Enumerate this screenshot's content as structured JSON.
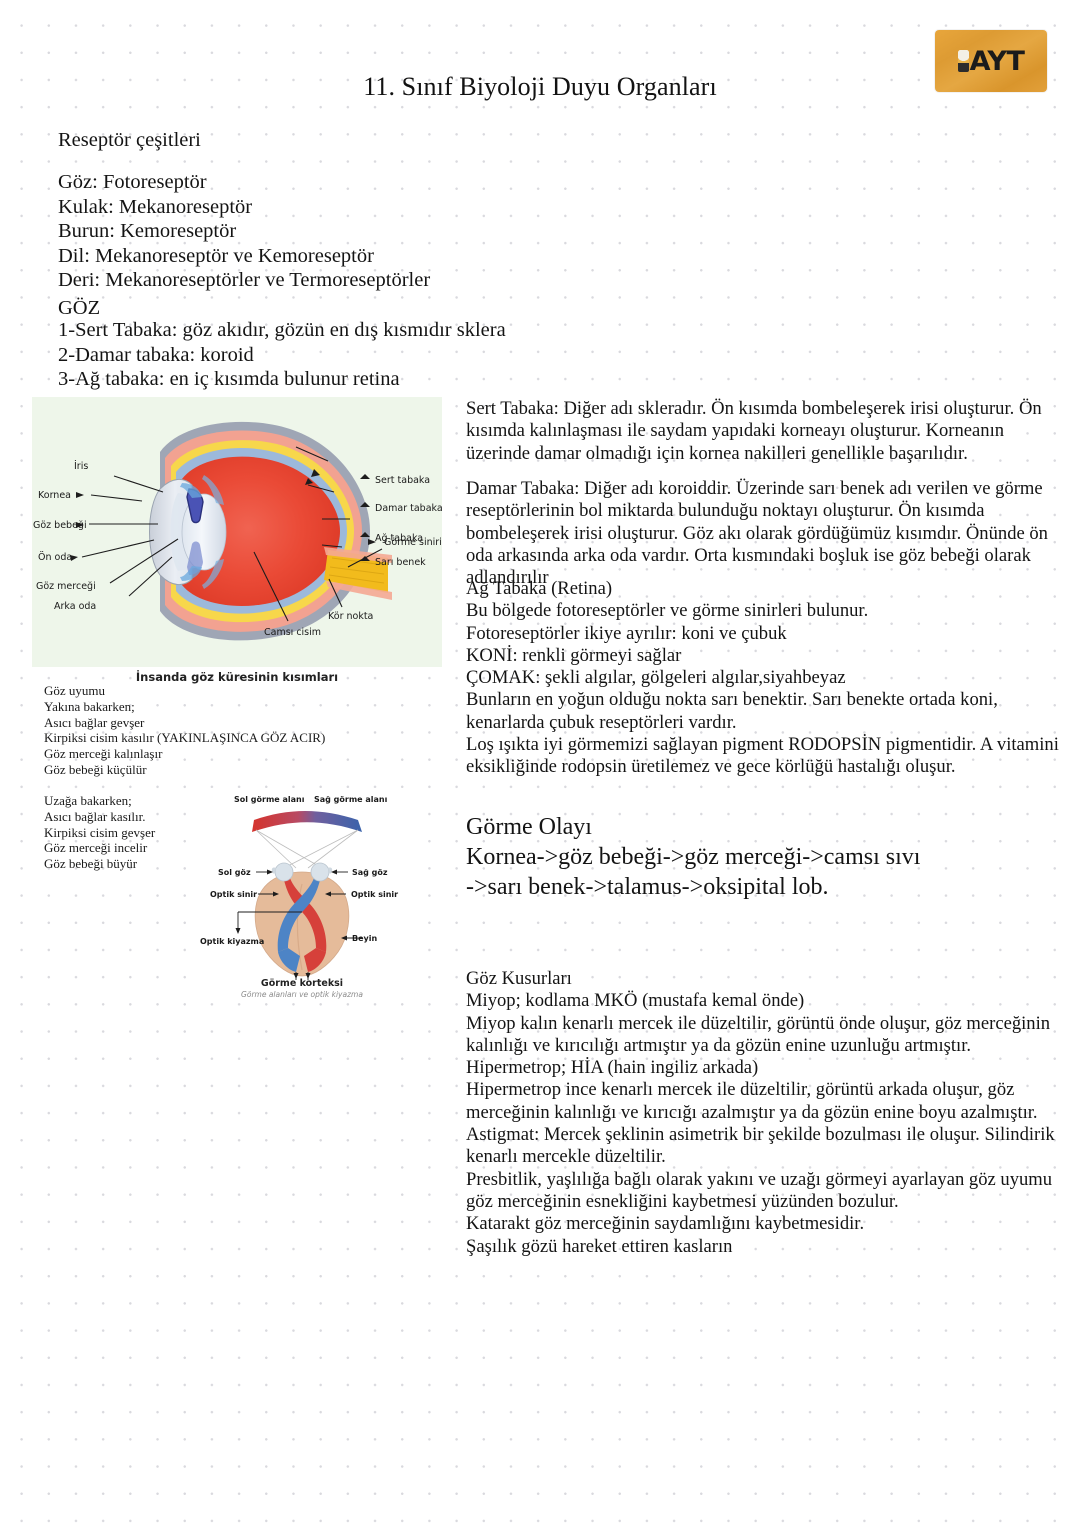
{
  "header": {
    "title": "11. Sınıf Biyoloji Duyu Organları",
    "logo_text": "AYT",
    "logo_color": "#e2a03a"
  },
  "notes": {
    "receptors_heading": "Reseptör çeşitleri",
    "receptor_list": [
      "Göz: Fotoreseptör",
      "Kulak: Mekanoreseptör",
      "Burun: Kemoreseptör",
      "Dil: Mekanoreseptör ve Kemoreseptör",
      "Deri: Mekanoreseptörler ve Termoreseptörler"
    ],
    "eye_heading": "GÖZ",
    "eye_layers": [
      "1-Sert Tabaka: göz akıdır, gözün en dış kısmıdır sklera",
      "2-Damar tabaka: koroid",
      "3-Ağ tabaka: en iç kısımda bulunur retina"
    ]
  },
  "eye_figure": {
    "caption": "İnsanda göz küresinin kısımları",
    "labels_left": [
      "İris",
      "Kornea",
      "Göz bebeği",
      "Ön oda",
      "Göz merceği",
      "Arka oda"
    ],
    "labels_right": [
      "Sert tabaka",
      "Damar tabaka",
      "Ağ tabaka",
      "Sarı benek",
      "Görme siniri",
      "Kör nokta"
    ],
    "label_bottom": "Camsı cisim",
    "colors": {
      "background": "#eef6ea",
      "vitreous": "#e8402f",
      "sclera": "#a8aebd",
      "choroid": "#f2a08c",
      "retina": "#f6d84a",
      "optic_nerve": "#f5c21e",
      "lens": "#e7ecf3",
      "iris": "#3a3f9e"
    }
  },
  "accommodation": {
    "near": [
      "Göz uyumu",
      "Yakına bakarken;",
      "Asıcı bağlar gevşer",
      "Kirpiksi cisim kasılır (YAKINLAŞINCA GÖZ ACIR)",
      "Göz merceği kalınlaşır",
      "Göz bebeği küçülür"
    ],
    "far": [
      "Uzağa bakarken;",
      "Asıcı bağlar kasılır.",
      "Kirpiksi cisim gevşer",
      "Göz merceği incelir",
      "Göz bebeği büyür"
    ]
  },
  "brain_figure": {
    "caption_main": "Görme korteksi",
    "caption_sub": "Görme alanları ve optik kiyazma",
    "label_left_field": "Sol görme alanı",
    "label_right_field": "Sağ görme alanı",
    "label_left_eye": "Sol göz",
    "label_right_eye": "Sağ göz",
    "label_optic_nerve_left": "Optik sinir",
    "label_optic_nerve_right": "Optik sinir",
    "label_chiasm": "Optik kiyazma",
    "label_brain": "Beyin",
    "colors": {
      "left_field": "#d63a35",
      "right_field": "#3f6fb5",
      "brain": "#e3b796",
      "left_tract": "#4d84c6",
      "right_tract": "#d6403a"
    }
  },
  "right_column": {
    "sert_tabaka": "Sert Tabaka: Diğer adı skleradır. Ön kısımda bombeleşerek irisi oluşturur. Ön kısımda kalınlaşması ile saydam yapıdaki korneayı oluşturur. Korneanın üzerinde damar olmadığı için kornea nakilleri genellikle başarılıdır.",
    "damar_tabaka": "Damar Tabaka: Diğer adı koroiddir. Üzerinde sarı benek adı verilen ve görme reseptörlerinin bol miktarda bulunduğu noktayı oluşturur. Ön kısımda bombeleşerek irisi oluşturur. Göz akı olarak gördüğümüz kısımdır. Önünde ön oda arkasında arka oda vardır. Orta kısmındaki boşluk ise göz bebeği olarak adlandırılır",
    "retina_lines": [
      "Ağ Tabaka (Retina)",
      "Bu bölgede fotoreseptörler ve görme sinirleri bulunur.",
      "Fotoreseptörler ikiye ayrılır: koni ve çubuk",
      "KONİ: renkli görmeyi sağlar",
      "ÇOMAK: şekli algılar, gölgeleri algılar,siyahbeyaz"
    ],
    "retina_para": "Bunların en yoğun olduğu nokta sarı benektir. Sarı benekte ortada koni, kenarlarda çubuk reseptörleri vardır.",
    "rodopsin_para": "Loş ışıkta iyi görmemizi sağlayan pigment RODOPSİN pigmentidir. A vitamini eksikliğinde rodopsin üretilemez ve gece körlüğü hastalığı oluşur.",
    "gorme_olayi_heading": "Görme Olayı",
    "gorme_olayi_line1": "Kornea->göz bebeği->göz merceği->camsı sıvı",
    "gorme_olayi_line2": "->sarı benek->talamus->oksipital lob.",
    "goz_kusurlari_heading": "Göz Kusurları",
    "miyop_code": "Miyop; kodlama MKÖ (mustafa kemal önde)",
    "miyop_para": "Miyop kalın kenarlı mercek ile düzeltilir, görüntü önde oluşur, göz merceğinin kalınlığı ve kırıcılığı artmıştır ya da gözün enine uzunluğu artmıştır.",
    "hipermetrop_code": "Hipermetrop; HİA (hain ingiliz arkada)",
    "hipermetrop_para": "Hipermetrop ince kenarlı mercek ile düzeltilir, görüntü arkada oluşur, göz merceğinin kalınlığı ve kırıcığı azalmıştır ya da gözün enine boyu azalmıştır.",
    "astigmat_para": "Astigmat: Mercek şeklinin asimetrik bir şekilde bozulması ile oluşur. Silindirik kenarlı mercekle düzeltilir.",
    "presbitlik_para": "Presbitlik, yaşlılığa bağlı olarak yakını ve uzağı görmeyi ayarlayan göz uyumu göz merceğinin esnekliğini kaybetmesi yüzünden bozulur.",
    "katarakt_para": "Katarakt göz merceğinin saydamlığını kaybetmesidir.",
    "sasilik_para": "Şaşılık gözü hareket ettiren kasların"
  }
}
